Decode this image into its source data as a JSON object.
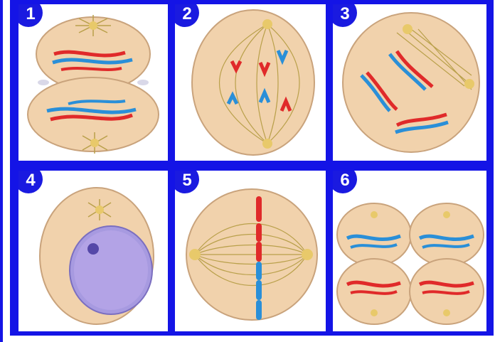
{
  "panels": [
    {
      "number": "1",
      "stage": "telophase-cytokinesis"
    },
    {
      "number": "2",
      "stage": "anaphase"
    },
    {
      "number": "3",
      "stage": "prometaphase"
    },
    {
      "number": "4",
      "stage": "interphase"
    },
    {
      "number": "5",
      "stage": "metaphase"
    },
    {
      "number": "6",
      "stage": "daughter-cells"
    }
  ],
  "colors": {
    "frame": "#1414e6",
    "cell": "#f1d2ac",
    "cell_edge": "#c9a37c",
    "chromatid_red": "#e02a2a",
    "chromatid_blue": "#2a8fd8",
    "spindle": "#b9a04a",
    "nucleus": "#8a7fd0"
  }
}
